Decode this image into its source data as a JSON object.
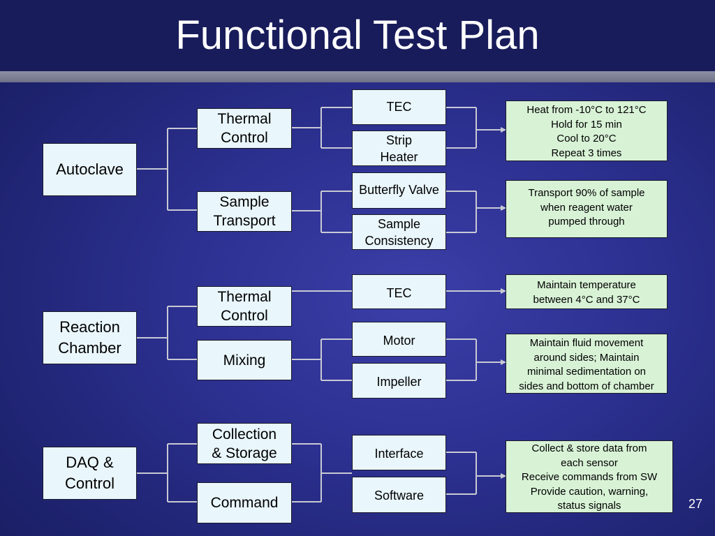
{
  "slide": {
    "title": "Functional Test Plan",
    "page_number": "27"
  },
  "groups": [
    {
      "category": "Autoclave",
      "subsystems": [
        {
          "label": "Thermal\nControl",
          "components": [
            "TEC",
            "Strip\nHeater"
          ],
          "requirement": "Heat from -10°C to 121°C\nHold for 15 min\nCool to 20°C\nRepeat 3 times"
        },
        {
          "label": "Sample\nTransport",
          "components": [
            "Butterfly Valve",
            "Sample\nConsistency"
          ],
          "requirement": "Transport 90% of sample\nwhen reagent water\npumped through"
        }
      ]
    },
    {
      "category": "Reaction\nChamber",
      "subsystems": [
        {
          "label": "Thermal\nControl",
          "components": [
            "TEC"
          ],
          "requirement": "Maintain temperature\nbetween 4°C and 37°C"
        },
        {
          "label": "Mixing",
          "components": [
            "Motor",
            "Impeller"
          ],
          "requirement": "Maintain fluid movement\naround sides; Maintain\nminimal sedimentation on\nsides and bottom of chamber"
        }
      ]
    },
    {
      "category": "DAQ &\nControl",
      "subsystems": [
        {
          "label": "Collection\n& Storage",
          "components": []
        },
        {
          "label": "Command",
          "components": []
        }
      ],
      "components": [
        "Interface",
        "Software"
      ],
      "requirement": "Collect & store data from\neach sensor\nReceive commands from SW\nProvide caution, warning,\nstatus signals"
    }
  ],
  "colors": {
    "background": "#2c3090",
    "title_bar": "#191c5a",
    "box_fill": "#e9f6fb",
    "requirement_fill": "#d8f2d6",
    "connector": "#c8cad4"
  }
}
